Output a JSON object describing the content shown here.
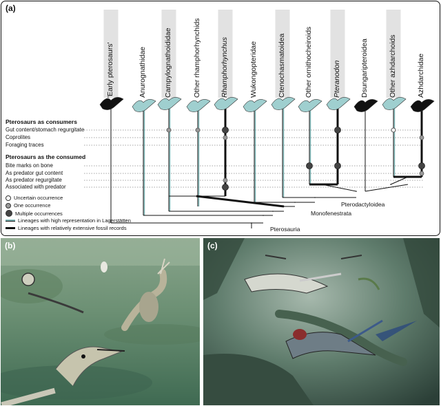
{
  "panel_a": {
    "letter": "(a)",
    "taxa": [
      {
        "name": "'Early pterosaurs'",
        "italic": false
      },
      {
        "name": "Anurognathidae",
        "italic": false
      },
      {
        "name": "Campylognathoididae",
        "italic": false
      },
      {
        "name": "Other rhamphorhynchids",
        "italic": false
      },
      {
        "name": "Rhamphorhynchus",
        "italic": true
      },
      {
        "name": "Wukongopteridae",
        "italic": false
      },
      {
        "name": "Ctenochasmatoidea",
        "italic": false
      },
      {
        "name": "Other ornithocheiroids",
        "italic": false
      },
      {
        "name": "Pteranodon",
        "italic": true
      },
      {
        "name": "Dsungaripteroidea",
        "italic": false
      },
      {
        "name": "Other azhdarchoids",
        "italic": false
      },
      {
        "name": "Azhdarchidae",
        "italic": false
      }
    ],
    "section_consumers": "Pterosaurs as consumers",
    "section_consumed": "Pterosaurs as the consumed",
    "evidence_rows": [
      "Gut content/stomach regurgitate",
      "Coprolites",
      "Foraging traces",
      "Bite marks on bone",
      "As predator gut content",
      "As predator regurgitate",
      "Associated with predator"
    ],
    "occurrences": [
      {
        "taxon": 2,
        "row": 0,
        "level": "one"
      },
      {
        "taxon": 3,
        "row": 0,
        "level": "one"
      },
      {
        "taxon": 4,
        "row": 0,
        "level": "multiple"
      },
      {
        "taxon": 8,
        "row": 0,
        "level": "multiple"
      },
      {
        "taxon": 10,
        "row": 0,
        "level": "uncertain"
      },
      {
        "taxon": 4,
        "row": 1,
        "level": "one"
      },
      {
        "taxon": 11,
        "row": 1,
        "level": "one"
      },
      {
        "taxon": 7,
        "row": 3,
        "level": "multiple"
      },
      {
        "taxon": 8,
        "row": 3,
        "level": "multiple"
      },
      {
        "taxon": 11,
        "row": 3,
        "level": "multiple"
      },
      {
        "taxon": 11,
        "row": 4,
        "level": "one"
      },
      {
        "taxon": 4,
        "row": 5,
        "level": "one"
      },
      {
        "taxon": 4,
        "row": 6,
        "level": "multiple"
      }
    ],
    "legend": {
      "uncertain": "Uncertain occurrence",
      "one": "One occurrence",
      "multiple": "Multiple occurrences",
      "lagerstatten": "Lineages with high representation in Lagerstätten",
      "extensive": "Lineages with relatively extensive fossil records"
    },
    "clades": {
      "pterodactyloidea": "Pterodactyloidea",
      "monofenestrata": "Monofenestrata",
      "pterosauria": "Pterosauria"
    },
    "colors": {
      "silhouette_teal": "#9fcfcf",
      "silhouette_black": "#111111",
      "teal_line": "#7fb8b8",
      "label_box": "#e2e2e2"
    }
  },
  "panel_b": {
    "letter": "(b)"
  },
  "panel_c": {
    "letter": "(c)"
  }
}
